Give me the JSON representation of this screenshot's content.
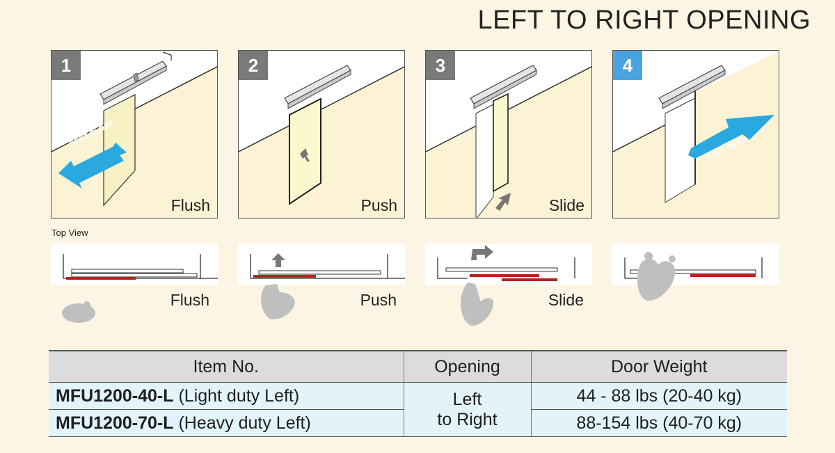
{
  "title": "LEFT TO RIGHT OPENING",
  "steps": [
    {
      "number": "1",
      "label": "Flush",
      "arrow_text": "SOFT-CLOSE",
      "badge_color": "#7a7a7a"
    },
    {
      "number": "2",
      "label": "Push",
      "badge_color": "#7a7a7a"
    },
    {
      "number": "3",
      "label": "Slide",
      "badge_color": "#7a7a7a"
    },
    {
      "number": "4",
      "arrow_text": "SOFT-OPEN",
      "badge_color": "#4aa3df"
    }
  ],
  "top_view": {
    "heading": "Top View",
    "labels": [
      "Flush",
      "Push",
      "Slide"
    ]
  },
  "table": {
    "headers": [
      "Item No.",
      "Opening",
      "Door Weight"
    ],
    "rows": [
      {
        "model": "MFU1200-40-L",
        "desc": "(Light duty Left)",
        "weight": "44 - 88 lbs (20-40 kg)"
      },
      {
        "model": "MFU1200-70-L",
        "desc": "(Heavy duty Left)",
        "weight": "88-154 lbs (40-70 kg)"
      }
    ],
    "opening_line1": "Left",
    "opening_line2": "to Right"
  },
  "colors": {
    "background": "#fdf5e3",
    "arrow_blue": "#2aa8e0",
    "door_panel": "#fbf6d3",
    "track_red": "#b3241d",
    "header_grey": "#dcdcdc",
    "row_blue": "#e3f3fa"
  }
}
